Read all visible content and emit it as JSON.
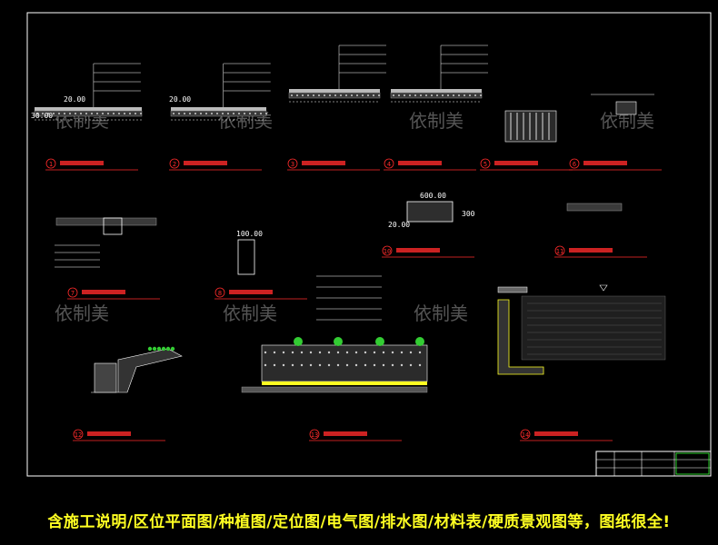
{
  "drawing": {
    "dimensions": [
      "30.00",
      "20.00",
      "20.00",
      "600.00",
      "300",
      "100.00",
      "20.00"
    ],
    "watermark": "依制美",
    "numbers": [
      "1",
      "2",
      "3",
      "4",
      "5",
      "6",
      "7",
      "8",
      "10",
      "11",
      "12",
      "13",
      "14"
    ]
  },
  "caption": {
    "text": "含施工说明/区位平面图/种植图/定位图/电气图/排水图/材料表/硬质景观图等，图纸很全!"
  },
  "colors": {
    "background": "#000000",
    "frame": "#ffffff",
    "section_title": "#ff2a2a",
    "watermark": "#555555",
    "caption": "#ffff22"
  }
}
